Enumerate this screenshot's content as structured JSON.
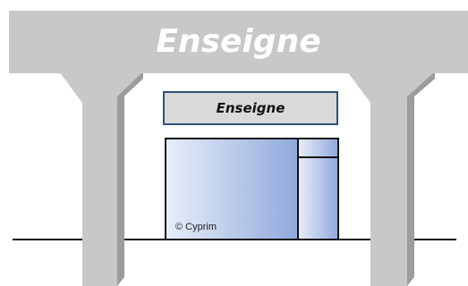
{
  "large_sign": {
    "text": "Enseigne"
  },
  "shop_sign": {
    "text": "Enseigne"
  },
  "storefront": {
    "copyright": "© Cyprim"
  },
  "colors": {
    "concrete_face": "#c8c8c8",
    "concrete_shade": "#9c9c9c",
    "sign_border": "#2f4f78",
    "sign_fill": "#d9d9d9",
    "glass_light": "#e8eef9",
    "glass_dark": "#8fa9dc",
    "outline": "#111111"
  }
}
